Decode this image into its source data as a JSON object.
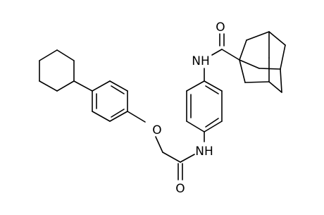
{
  "molecule": {
    "atom_labels": {
      "amide_nh_top": "NH",
      "carbonyl_o_top": "O",
      "ether_o": "O",
      "amide_nh_bottom": "NH",
      "carbonyl_o_bottom": "O"
    }
  }
}
